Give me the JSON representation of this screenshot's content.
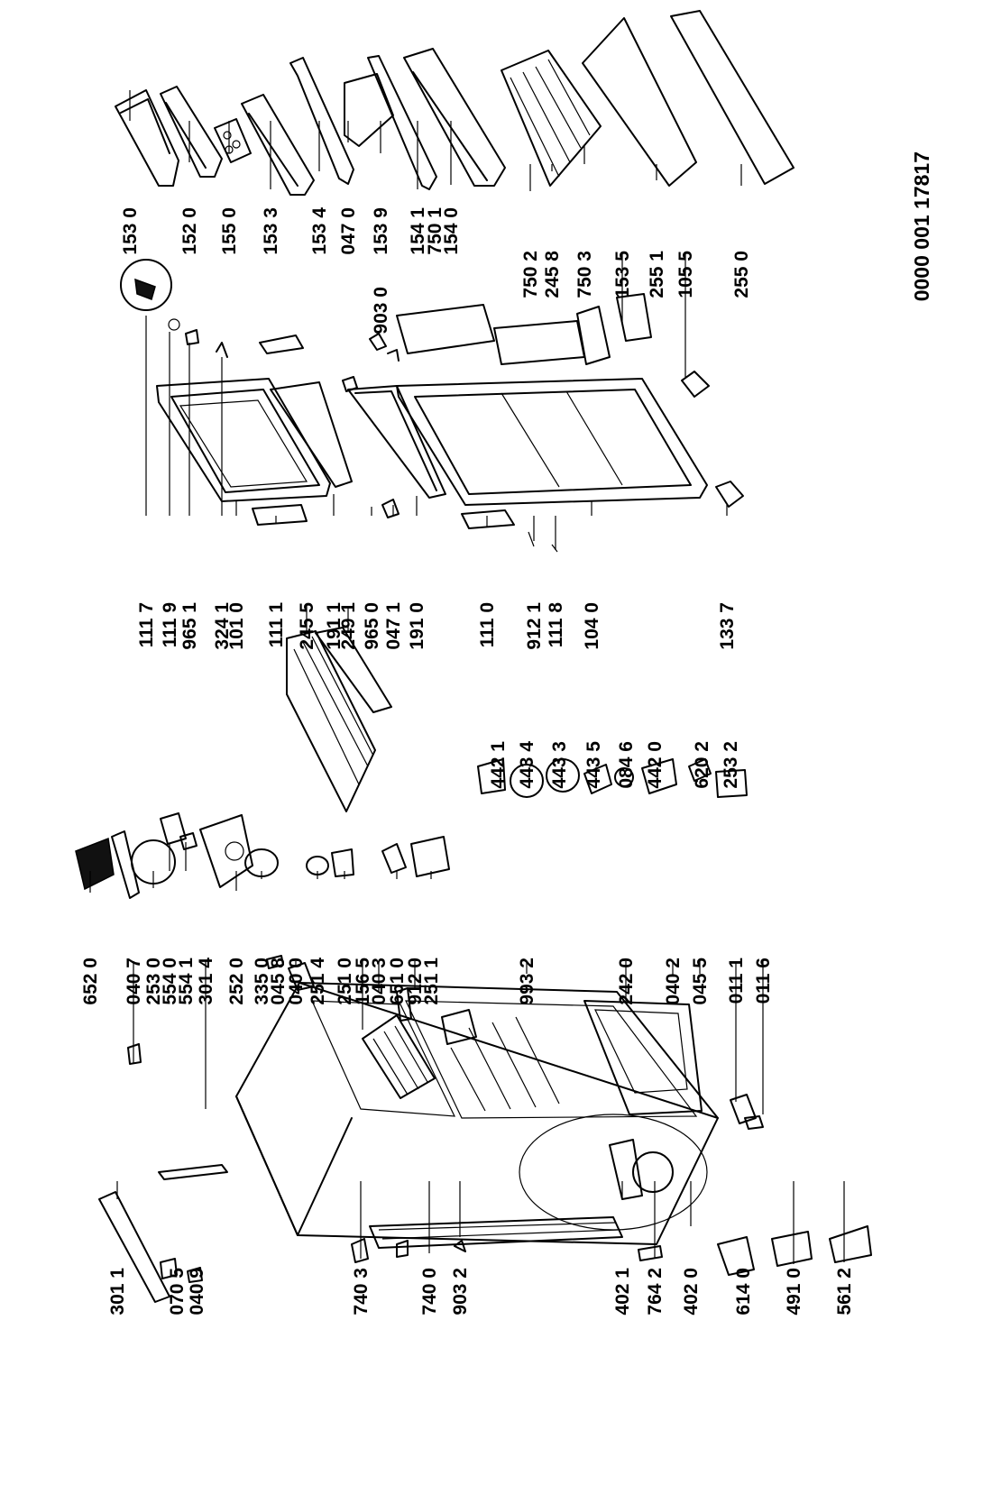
{
  "document_number": "0000 001 17817",
  "part_labels": [
    "153 0",
    "152 0",
    "155 0",
    "153 3",
    "153 4",
    "047 0",
    "153 9",
    "903 0",
    "154 1",
    "750 1",
    "154 0",
    "750 2",
    "245 8",
    "750 3",
    "153 5",
    "255 1",
    "105 5",
    "255 0",
    "111 7",
    "111 9",
    "965 1",
    "324 1",
    "101 0",
    "111 1",
    "245 5",
    "191 1",
    "249 1",
    "965 0",
    "047 1",
    "191 0",
    "111 0",
    "912 1",
    "111 8",
    "104 0",
    "133 7",
    "442 1",
    "443 4",
    "443 3",
    "443 5",
    "084 6",
    "442 0",
    "620 2",
    "253 2",
    "652 0",
    "040 7",
    "253 0",
    "554 0",
    "554 1",
    "301 4",
    "252 0",
    "335 0",
    "045 8",
    "040 0",
    "251 4",
    "251 0",
    "156 5",
    "040 3",
    "651 0",
    "912 0",
    "251 1",
    "993 2",
    "242 0",
    "040 2",
    "045 5",
    "011 1",
    "011 6",
    "301 1",
    "070 5",
    "040 9",
    "740 3",
    "740 0",
    "903 2",
    "402 1",
    "764 2",
    "402 0",
    "614 0",
    "491 0",
    "561 2"
  ]
}
